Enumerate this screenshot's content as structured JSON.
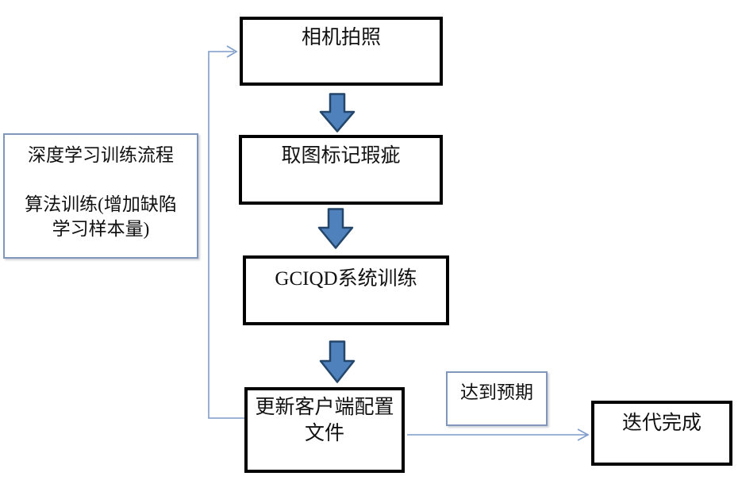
{
  "diagram": {
    "nodes": {
      "camera": {
        "label": "相机拍照"
      },
      "mark_defects": {
        "label": "取图标记瑕疵"
      },
      "system_training": {
        "label": "GCIQD系统训练"
      },
      "update_config": {
        "line1": "更新客户端配置",
        "line2": "文件"
      },
      "expectation_label": {
        "label": "达到预期"
      },
      "iteration_done": {
        "label": "迭代完成"
      },
      "info_note": {
        "line1": "深度学习训练流程",
        "line2": "算法训练(增加缺陷",
        "line3": "学习样本量)"
      }
    },
    "edges": [
      {
        "from": "camera",
        "to": "mark_defects",
        "style": "block-arrow-down"
      },
      {
        "from": "mark_defects",
        "to": "system_training",
        "style": "block-arrow-down"
      },
      {
        "from": "system_training",
        "to": "update_config",
        "style": "block-arrow-down"
      },
      {
        "from": "update_config",
        "to": "iteration_done",
        "style": "thin-arrow-right",
        "label": "达到预期"
      },
      {
        "from": "update_config",
        "to": "camera",
        "style": "thin-feedback-loop-left"
      }
    ],
    "colors": {
      "box_border_black": "#000000",
      "thin_box_border_blue": "#8096ba",
      "connector_blue": "#7e9cc9",
      "block_arrow_fill": "#4f81bd",
      "block_arrow_stroke": "#24466b",
      "background": "#ffffff",
      "text": "#111111"
    }
  }
}
